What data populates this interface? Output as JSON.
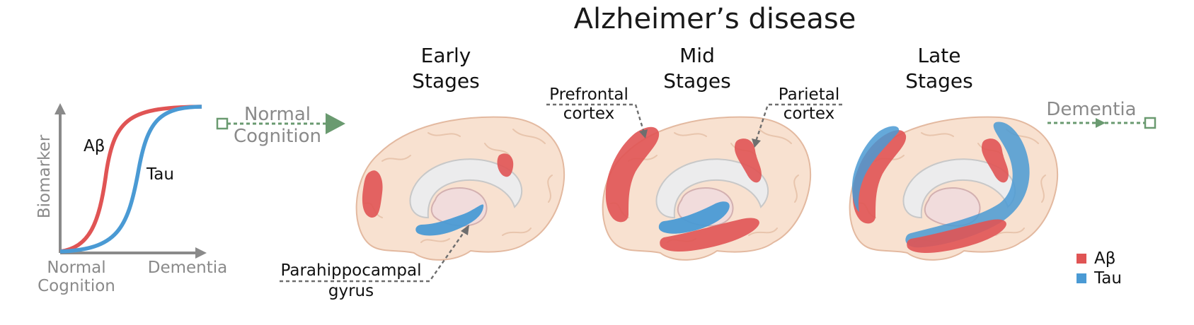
{
  "title": "Alzheimer’s disease",
  "curve_plot": {
    "ylabel": "Biomarker",
    "xlabel_left_line1": "Normal",
    "xlabel_left_line2": "Cognition",
    "xlabel_right": "Dementia",
    "curves": [
      {
        "label": "Aβ",
        "color": "#e05454"
      },
      {
        "label": "Tau",
        "color": "#4a9ad4"
      }
    ]
  },
  "normal_cognition": {
    "line1": "Normal",
    "line2": "Cognition"
  },
  "dementia": {
    "label": "Dementia"
  },
  "arrow_color": "#6a9a70",
  "stages": [
    {
      "line1": "Early",
      "line2": "Stages"
    },
    {
      "line1": "Mid",
      "line2": "Stages"
    },
    {
      "line1": "Late",
      "line2": "Stages"
    }
  ],
  "annotations": {
    "prefrontal": {
      "line1": "Prefrontal",
      "line2": "cortex"
    },
    "parietal": {
      "line1": "Parietal",
      "line2": "cortex"
    },
    "parahippocampal": {
      "line1": "Parahippocampal",
      "line2": "gyrus"
    }
  },
  "legend": [
    {
      "label": "Aβ",
      "color": "#e05454"
    },
    {
      "label": "Tau",
      "color": "#4a9ad4"
    }
  ]
}
